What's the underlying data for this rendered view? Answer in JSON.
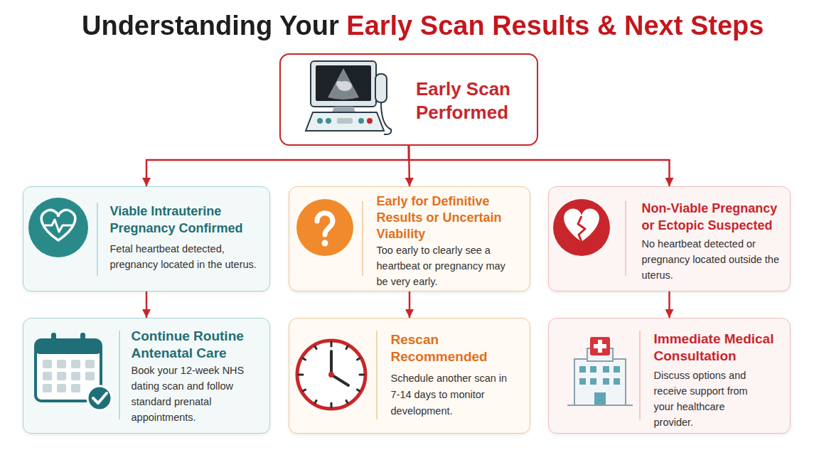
{
  "diagram": {
    "title": "Understanding Your Early Scan Results & Next Steps",
    "nodes": [
      {
        "text": [
          "Early Scan Performed"
        ]
      },
      {
        "text": [
          "Viable Intrauterine Pregnancy Confirmed",
          "Fetal heartbeat detected, pregnancy located in the uterus."
        ]
      },
      {
        "text": [
          "Early for Definitive Results or Uncertain Viability",
          "Too early to clearly see a heartbeat or pregnancy may be very early."
        ]
      },
      {
        "text": [
          "Non-Viable Pregnancy or Ectopic Suspected",
          "No heartbeat detected or pregnancy located outside the uterus."
        ]
      },
      {
        "text": [
          "Continue Routine Antenatal Care",
          "Book your 12-week NHS dating scan and follow standard prenatal appointments."
        ]
      },
      {
        "text": [
          "Rescan Recommended",
          "Schedule another scan in 7-14 days to monitor development."
        ]
      },
      {
        "text": [
          "Immediate Medical Consultation",
          "Discuss options and receive support from your healthcare provider."
        ]
      }
    ],
    "edges": [
      {
        "from": 0,
        "to": 1,
        "arrow": "to"
      },
      {
        "from": 0,
        "to": 2,
        "arrow": "to"
      },
      {
        "from": 0,
        "to": 3,
        "arrow": "to"
      },
      {
        "from": 1,
        "to": 4,
        "arrow": "to"
      },
      {
        "from": 2,
        "to": 5,
        "arrow": "to"
      },
      {
        "from": 3,
        "to": 6,
        "arrow": "to"
      }
    ]
  }
}
